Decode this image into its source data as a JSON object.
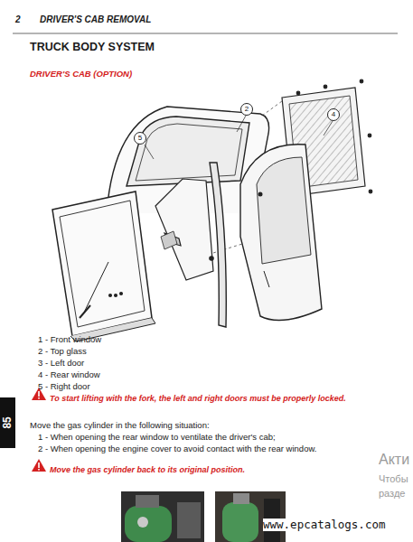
{
  "diagram": {
    "title": "TRUCK BODY SYSTEM",
    "nodes": [
      {
        "text": [
          "5"
        ]
      },
      {
        "text": [
          "2"
        ]
      },
      {
        "text": [
          "4"
        ]
      }
    ],
    "labels": [
      "2",
      "DRIVER'S CAB REMOVAL",
      "DRIVER'S CAB (OPTION)",
      "1 - Front window",
      "2 - Top glass",
      "3 - Left door",
      "4 - Rear window",
      "5 - Right door",
      "To start lifting with the fork, the left and right doors must be properly locked.",
      "Move the gas cylinder in the following situation:",
      "1 - When opening the rear window to ventilate the driver's cab;",
      "2 - When opening the engine cover to avoid contact with the rear window.",
      "Move the gas cylinder back to its original position.",
      "85",
      "Акти",
      "Чтобы",
      "разде",
      "www.epcatalogs.com"
    ]
  }
}
